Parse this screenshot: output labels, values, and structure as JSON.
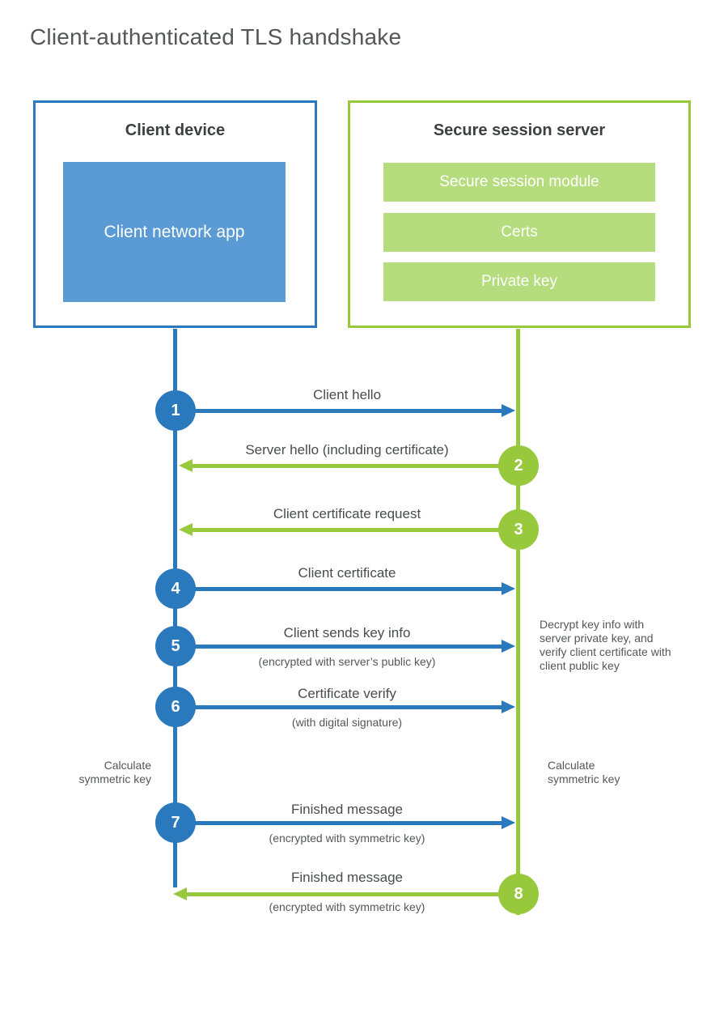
{
  "page": {
    "title": "Client-authenticated TLS handshake"
  },
  "colors": {
    "blue": "#2b79bd",
    "blue_light": "#5b9bd5",
    "green": "#98c93d",
    "green_light": "#b5dc7d"
  },
  "client": {
    "title": "Client device",
    "app_label": "Client network app"
  },
  "server": {
    "title": "Secure session server",
    "modules": [
      "Secure session module",
      "Certs",
      "Private key"
    ]
  },
  "steps": [
    {
      "number": "1",
      "actor": "client",
      "direction": "right",
      "label": "Client hello",
      "sublabel": ""
    },
    {
      "number": "2",
      "actor": "server",
      "direction": "left",
      "label": "Server hello (including certificate)",
      "sublabel": ""
    },
    {
      "number": "3",
      "actor": "server",
      "direction": "left",
      "label": "Client certificate request",
      "sublabel": ""
    },
    {
      "number": "4",
      "actor": "client",
      "direction": "right",
      "label": "Client certificate",
      "sublabel": ""
    },
    {
      "number": "5",
      "actor": "client",
      "direction": "right",
      "label": "Client sends key info",
      "sublabel": "(encrypted with server’s public key)"
    },
    {
      "number": "6",
      "actor": "client",
      "direction": "right",
      "label": "Certificate verify",
      "sublabel": "(with digital signature)"
    },
    {
      "number": "7",
      "actor": "client",
      "direction": "right",
      "label": "Finished message",
      "sublabel": "(encrypted with symmetric key)"
    },
    {
      "number": "8",
      "actor": "server",
      "direction": "left",
      "label": "Finished message",
      "sublabel": "(encrypted with symmetric key)"
    }
  ],
  "annotations": {
    "decrypt_note": "Decrypt key info with server private key, and verify client certificate with client public key",
    "calculate_left": "Calculate symmetric key",
    "calculate_right": "Calculate symmetric key"
  }
}
